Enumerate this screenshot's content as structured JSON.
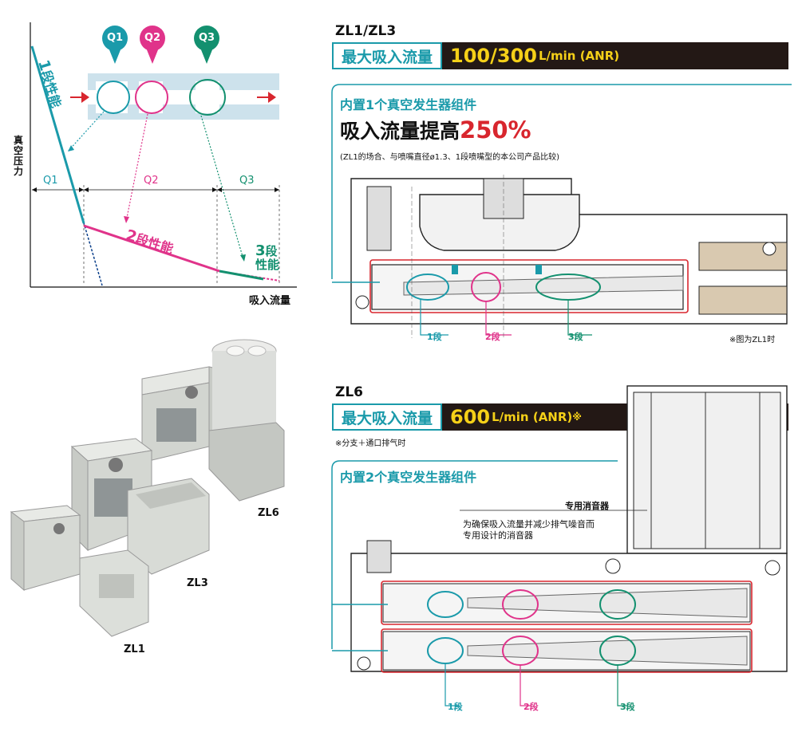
{
  "graph": {
    "y_axis_label": "真空压力",
    "x_axis_label": "吸入流量",
    "q_bubbles": [
      "Q1",
      "Q2",
      "Q3"
    ],
    "q_ranges": [
      "Q1",
      "Q2",
      "Q3"
    ],
    "stage1_label_num": "1",
    "stage1_label_txt": "段性能",
    "stage2_label_num": "2",
    "stage2_label_txt": "段性能",
    "stage3_label_num": "3",
    "stage3_label_txt1": "段",
    "stage3_label_txt2": "性能"
  },
  "products": {
    "zl6": "ZL6",
    "zl3": "ZL3",
    "zl1": "ZL1"
  },
  "zl13": {
    "model": "ZL1/ZL3",
    "bar_label": "最大吸入流量",
    "bar_value": "100/300",
    "bar_unit": "L/min (ANR)",
    "box_title": "内置1个真空发生器组件",
    "headline_prefix": "吸入流量提高",
    "headline_value": "250%",
    "note": "(ZL1的场合、与喷嘴直径ø1.3、1段喷嘴型的本公司产品比较)",
    "stages": [
      "1段",
      "2段",
      "3段"
    ],
    "footnote": "※图为ZL1时"
  },
  "zl6": {
    "model": "ZL6",
    "bar_label": "最大吸入流量",
    "bar_value": "600",
    "bar_unit": "L/min (ANR)",
    "bar_mark": "※",
    "footnote": "※分支＋通口排气时",
    "box_title": "内置2个真空发生器组件",
    "silencer_label": "专用消音器",
    "silencer_desc1": "为确保吸入流量并减少排气噪音而",
    "silencer_desc2": "专用设计的消音器",
    "stages": [
      "1段",
      "2段",
      "3段"
    ]
  },
  "colors": {
    "teal": "#1a9aaa",
    "pink": "#e0338a",
    "green": "#13906f",
    "red": "#d8262e",
    "dark": "#231815",
    "yellow": "#f5d018"
  }
}
